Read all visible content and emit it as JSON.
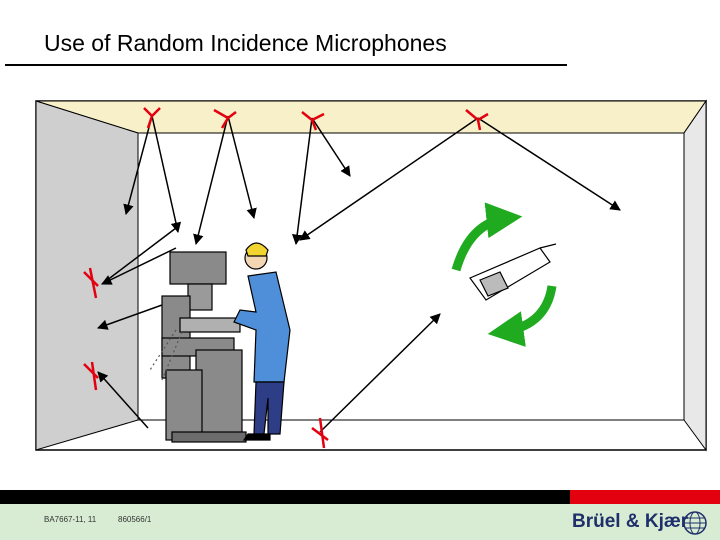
{
  "slide": {
    "title": "Use of Random Incidence Microphones"
  },
  "footer": {
    "code_left": "BA7667-11, 11",
    "code_right": "860566/1",
    "brand": "Brüel & Kjær"
  },
  "colors": {
    "ceiling": "#f8f0c8",
    "wall_left": "#cfcfcf",
    "machine": "#8a8a8a",
    "arrow_green": "#1faa1f",
    "footer_band": "#d7ecd2",
    "footer_red": "#e3000f",
    "brand_blue": "#1f2f6b"
  },
  "icons": [
    "microphone-icon",
    "sound-level-meter-icon",
    "rotation-arrow-icon",
    "globe-logo-icon"
  ]
}
